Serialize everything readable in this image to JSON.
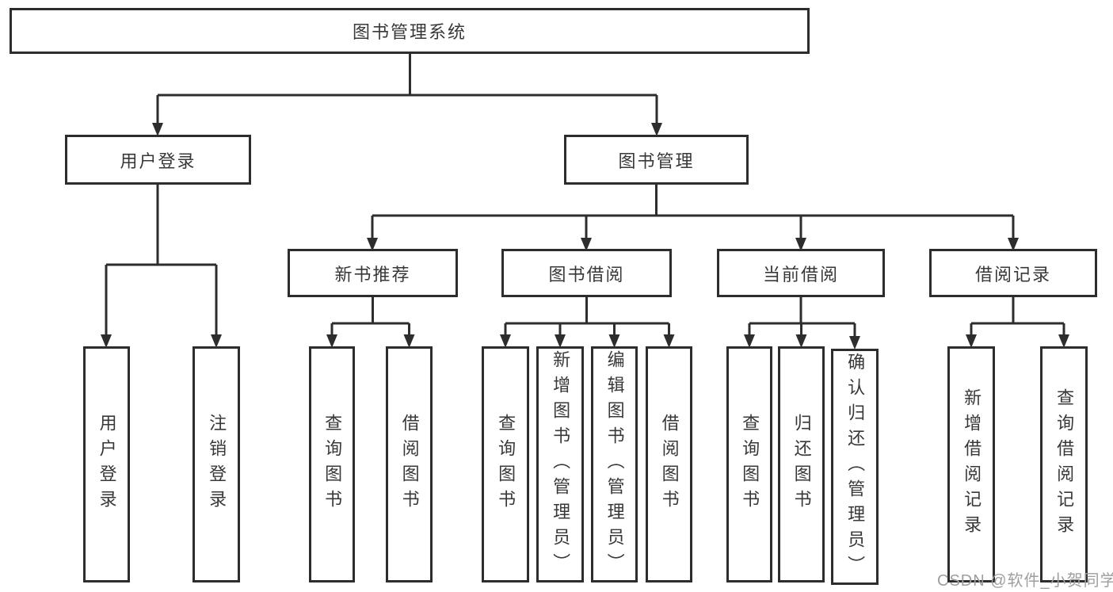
{
  "diagram": {
    "root": {
      "label": "图书管理系统"
    },
    "level2": [
      {
        "label": "用户登录"
      },
      {
        "label": "图书管理"
      }
    ],
    "level3": [
      {
        "label": "新书推荐"
      },
      {
        "label": "图书借阅"
      },
      {
        "label": "当前借阅"
      },
      {
        "label": "借阅记录"
      }
    ],
    "groups": [
      {
        "parent": "用户登录",
        "children": [
          {
            "label": "用户登录"
          },
          {
            "label": "注销登录"
          }
        ]
      },
      {
        "parent": "新书推荐",
        "children": [
          {
            "label": "查询图书"
          },
          {
            "label": "借阅图书"
          }
        ]
      },
      {
        "parent": "图书借阅",
        "children": [
          {
            "label": "查询图书"
          },
          {
            "label": "新增图书（管理员）"
          },
          {
            "label": "编辑图书（管理员）"
          },
          {
            "label": "借阅图书"
          }
        ]
      },
      {
        "parent": "当前借阅",
        "children": [
          {
            "label": "查询图书"
          },
          {
            "label": "归还图书"
          },
          {
            "label": "确认归还（管理员）"
          }
        ]
      },
      {
        "parent": "借阅记录",
        "children": [
          {
            "label": "新增借阅记录"
          },
          {
            "label": "查询借阅记录"
          }
        ]
      }
    ]
  },
  "watermark": {
    "text": "CSDN @软件_小贺同学"
  },
  "colors": {
    "line": "#2d2d2d",
    "text": "#383838",
    "box_fill": "#ffffff",
    "background": "#ffffff",
    "watermark": "#9e9e9e"
  }
}
